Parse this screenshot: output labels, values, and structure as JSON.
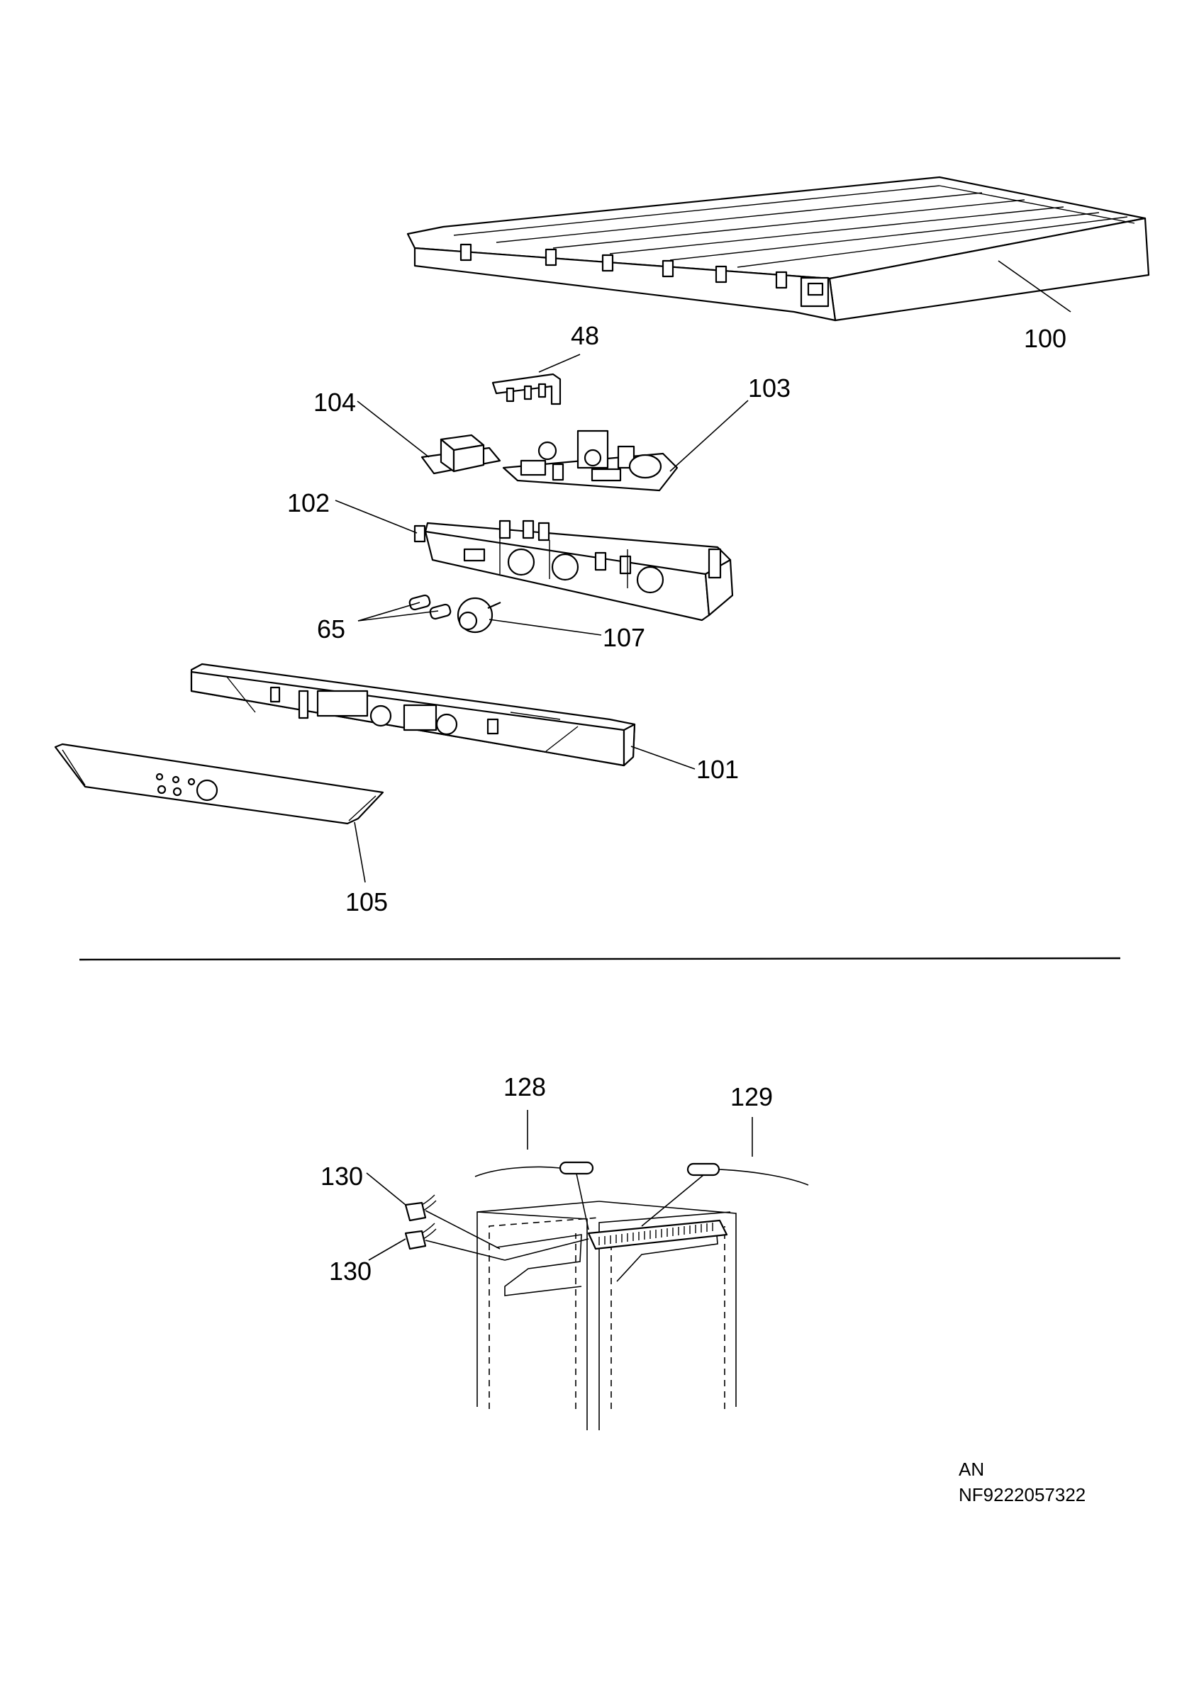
{
  "callouts": {
    "c100": "100",
    "c48": "48",
    "c104": "104",
    "c103": "103",
    "c102": "102",
    "c65": "65",
    "c107": "107",
    "c101": "101",
    "c105": "105",
    "c128": "128",
    "c129": "129",
    "c130a": "130",
    "c130b": "130"
  },
  "footer": {
    "region_code": "AN",
    "diagram_number": "NF9222057322"
  }
}
